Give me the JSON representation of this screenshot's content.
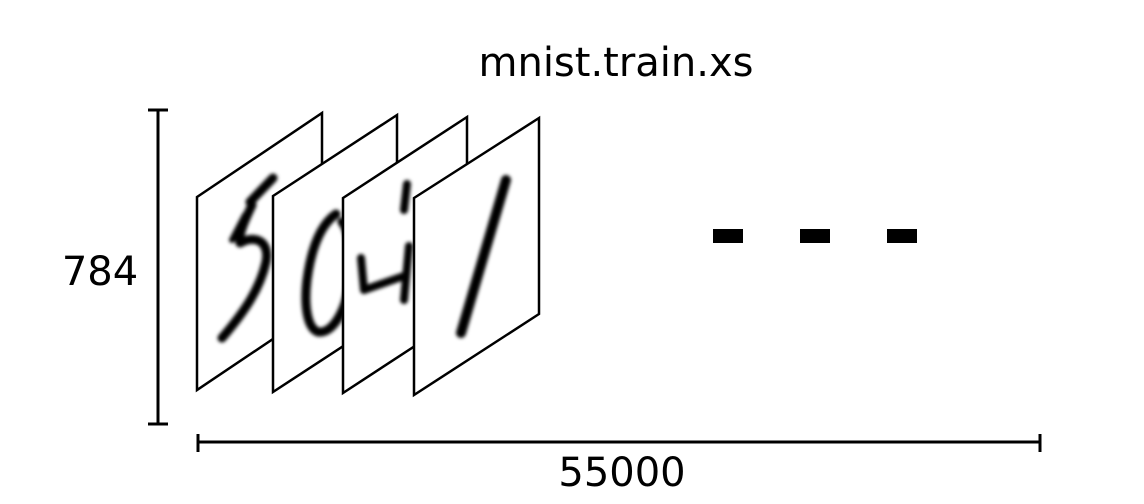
{
  "diagram": {
    "title": "mnist.train.xs",
    "vertical_dimension_label": "784",
    "horizontal_dimension_label": "55000",
    "ellipsis_marks": 3,
    "images": [
      {
        "depicted_digit": "5"
      },
      {
        "depicted_digit": "0"
      },
      {
        "depicted_digit": "4"
      },
      {
        "depicted_digit": "1"
      }
    ],
    "colors": {
      "ink": "#000000",
      "background": "#ffffff"
    }
  }
}
